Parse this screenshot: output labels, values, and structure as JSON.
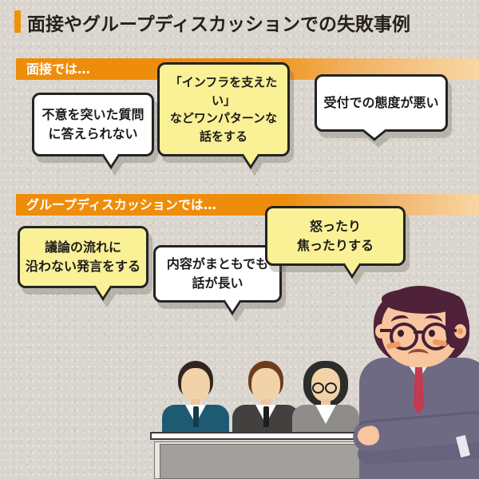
{
  "page": {
    "title": "面接やグループディスカッションでの失敗事例"
  },
  "colors": {
    "background": "#dad6cf",
    "accent_orange": "#ee8d0c",
    "bubble_yellow": "#faf096",
    "bubble_white": "#ffffff",
    "outline_dark": "#232323",
    "banner_text": "#ffffff",
    "suit_navy": "#1f5a73",
    "suit_dark": "#434140",
    "suit_gray": "#8f8d8a",
    "interviewer_suit": "#6f6a84",
    "interviewer_tie": "#c43a50"
  },
  "sections": [
    {
      "banner": "面接では…",
      "bubbles": [
        {
          "text": "不意を突いた質問\nに答えられない",
          "color": "white"
        },
        {
          "text": "「インフラを支えたい」\nなどワンパターンな\n話をする",
          "color": "yellow"
        },
        {
          "text": "受付での態度が悪い",
          "color": "white"
        }
      ]
    },
    {
      "banner": "グループディスカッションでは…",
      "bubbles": [
        {
          "text": "議論の流れに\n沿わない発言をする",
          "color": "yellow"
        },
        {
          "text": "内容がまともでも\n話が長い",
          "color": "white"
        },
        {
          "text": "怒ったり\n焦ったりする",
          "color": "yellow"
        }
      ]
    }
  ],
  "illustration": {
    "candidates": [
      "candidate-navy-suit",
      "candidate-dark-suit",
      "candidate-glasses-gray-suit"
    ],
    "interviewer": "frowning-interviewer-crossed-arms",
    "prop": "panel-desk"
  }
}
